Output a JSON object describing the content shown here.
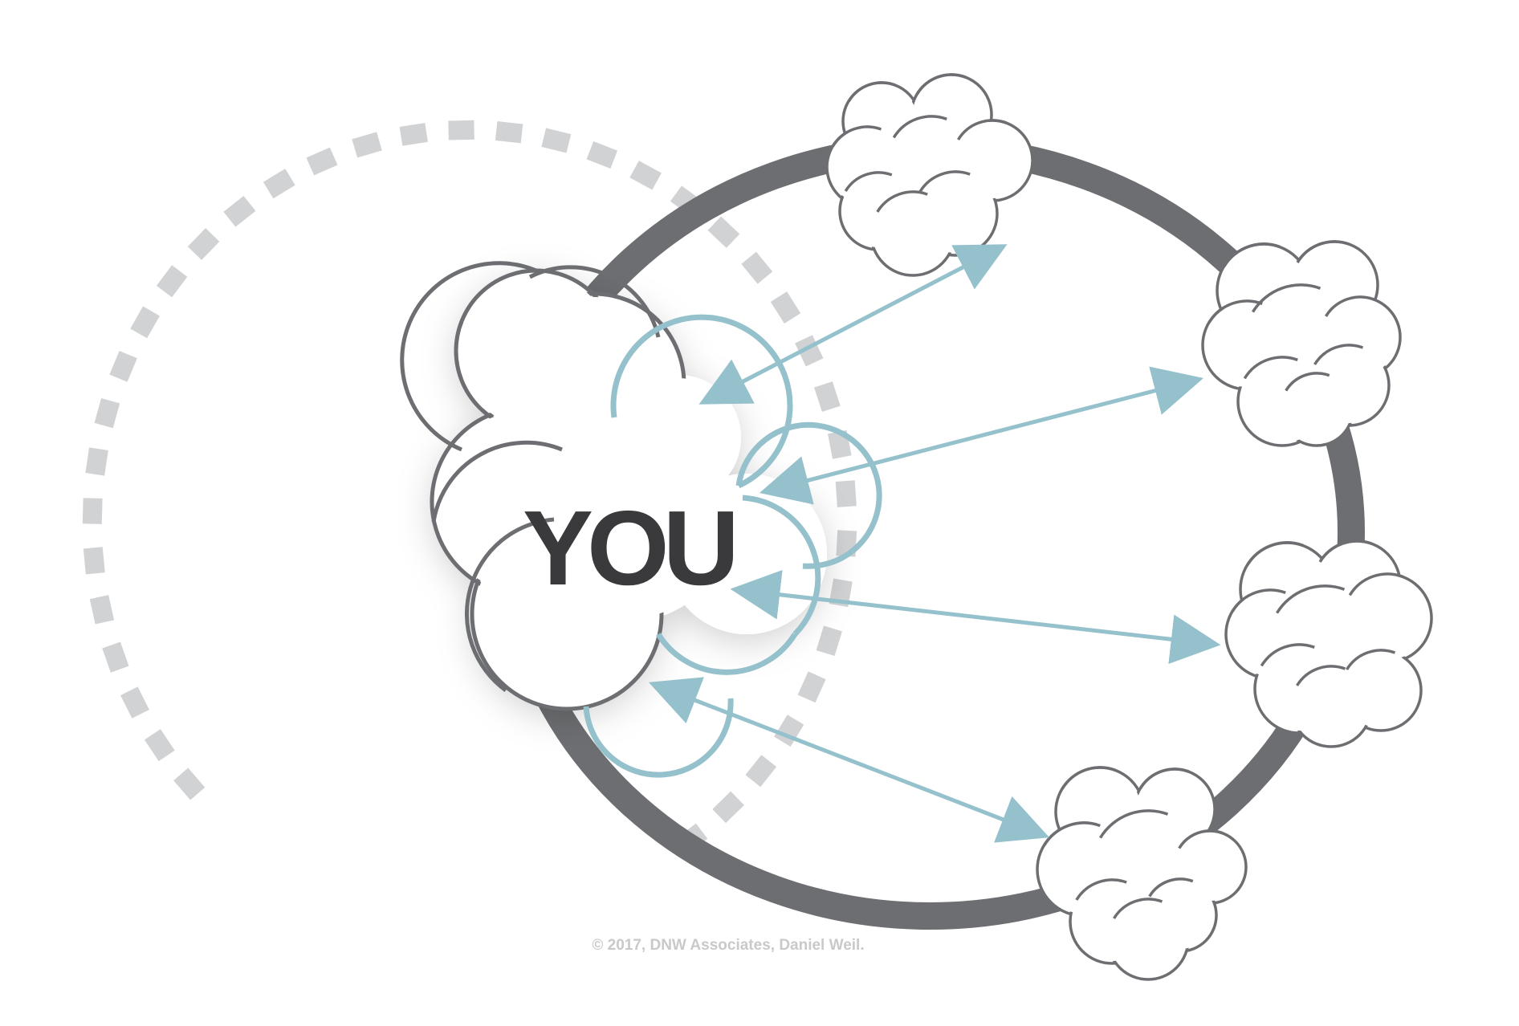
{
  "diagram": {
    "center_label": "YOU",
    "copyright": "© 2017, DNW Associates, Daniel Weil.",
    "colors": {
      "background": "#ffffff",
      "ring": "#6d6e71",
      "cloud_stroke": "#6d6e71",
      "arrow": "#94c1cb",
      "dotted_ring": "#d1d2d4",
      "label": "#3a3a3c",
      "copyright": "#c8c9cb"
    },
    "peer_clouds_count": 4,
    "connections_count": 4
  }
}
